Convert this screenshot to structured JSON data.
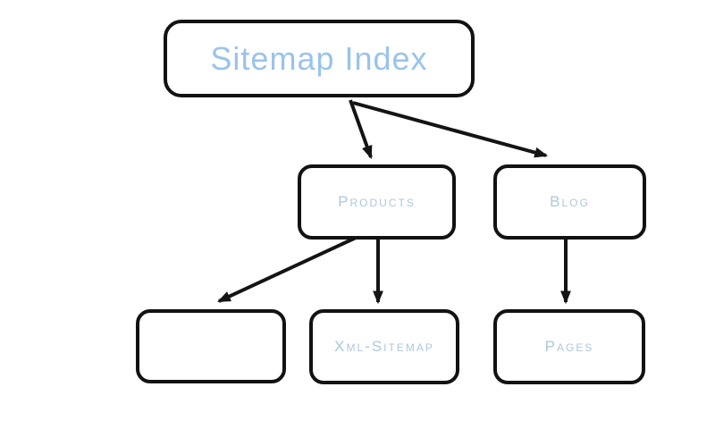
{
  "diagram": {
    "title": "Sitemap Index",
    "nodes": [
      {
        "id": "sitemap-index",
        "label": "Sitemap Index",
        "level": 0
      },
      {
        "id": "products",
        "label": "Products",
        "level": 1
      },
      {
        "id": "blog",
        "label": "Blog",
        "level": 1
      },
      {
        "id": "untitled",
        "label": "",
        "level": 2
      },
      {
        "id": "xml-sitemap",
        "label": "Xml-Sitemap",
        "level": 2
      },
      {
        "id": "pages",
        "label": "Pages",
        "level": 2
      }
    ],
    "edges": [
      {
        "from": "sitemap-index",
        "to": "products"
      },
      {
        "from": "sitemap-index",
        "to": "blog"
      },
      {
        "from": "products",
        "to": "untitled"
      },
      {
        "from": "products",
        "to": "xml-sitemap"
      },
      {
        "from": "blog",
        "to": "pages"
      }
    ]
  },
  "colors": {
    "background": "#ffffff",
    "title_text": "#9ac3ec",
    "label_text": "#aec8da",
    "node_border": "#121212",
    "arrow": "#141414"
  }
}
